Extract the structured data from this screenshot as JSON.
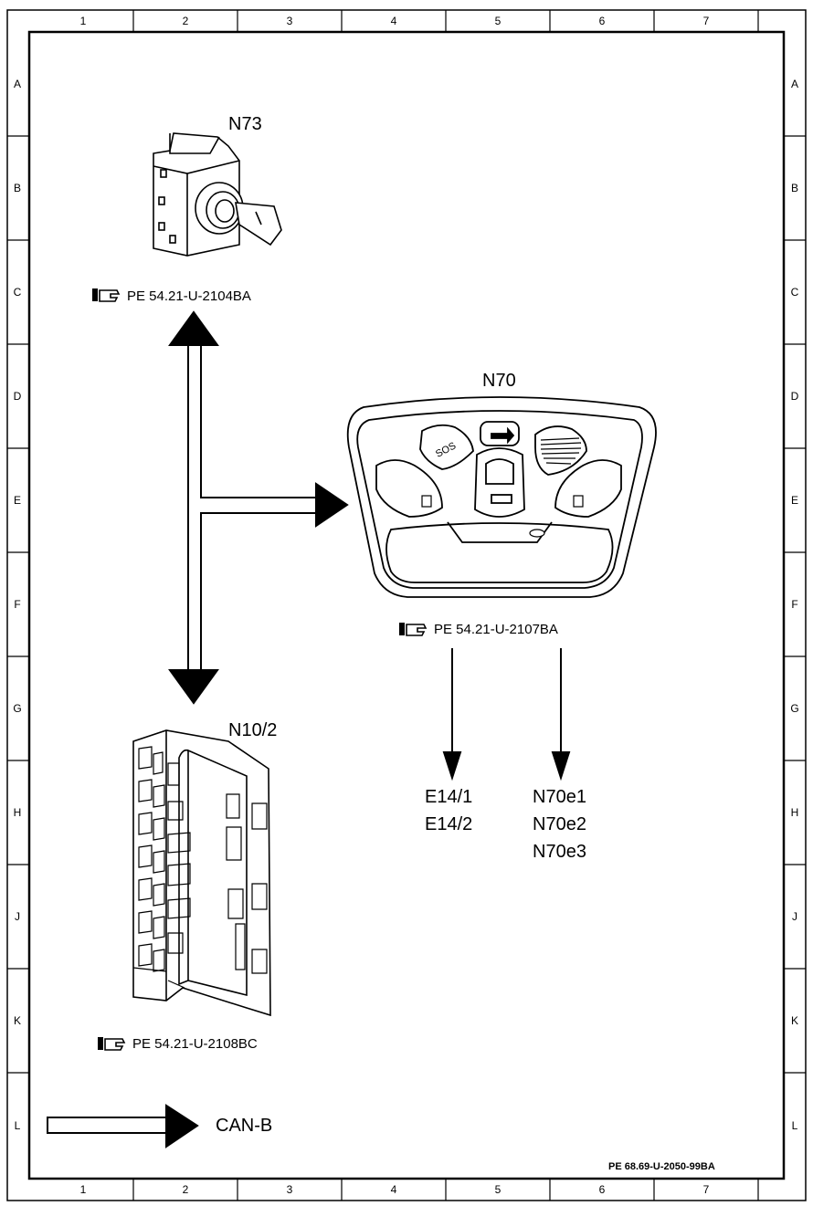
{
  "frame": {
    "col_labels": [
      "1",
      "2",
      "3",
      "4",
      "5",
      "6",
      "7"
    ],
    "row_labels": [
      "A",
      "B",
      "C",
      "D",
      "E",
      "F",
      "G",
      "H",
      "J",
      "K",
      "L"
    ]
  },
  "components": {
    "n73": {
      "label": "N73",
      "ref": "PE 54.21-U-2104BA"
    },
    "n70": {
      "label": "N70",
      "ref": "PE 54.21-U-2107BA",
      "button_text": "SOS"
    },
    "n10_2": {
      "label": "N10/2",
      "ref": "PE 54.21-U-2108BC"
    }
  },
  "outputs": {
    "left": [
      "E14/1",
      "E14/2"
    ],
    "right": [
      "N70e1",
      "N70e2",
      "N70e3"
    ]
  },
  "legend": {
    "label": "CAN-B"
  },
  "doc_id": "PE 68.69-U-2050-99BA"
}
